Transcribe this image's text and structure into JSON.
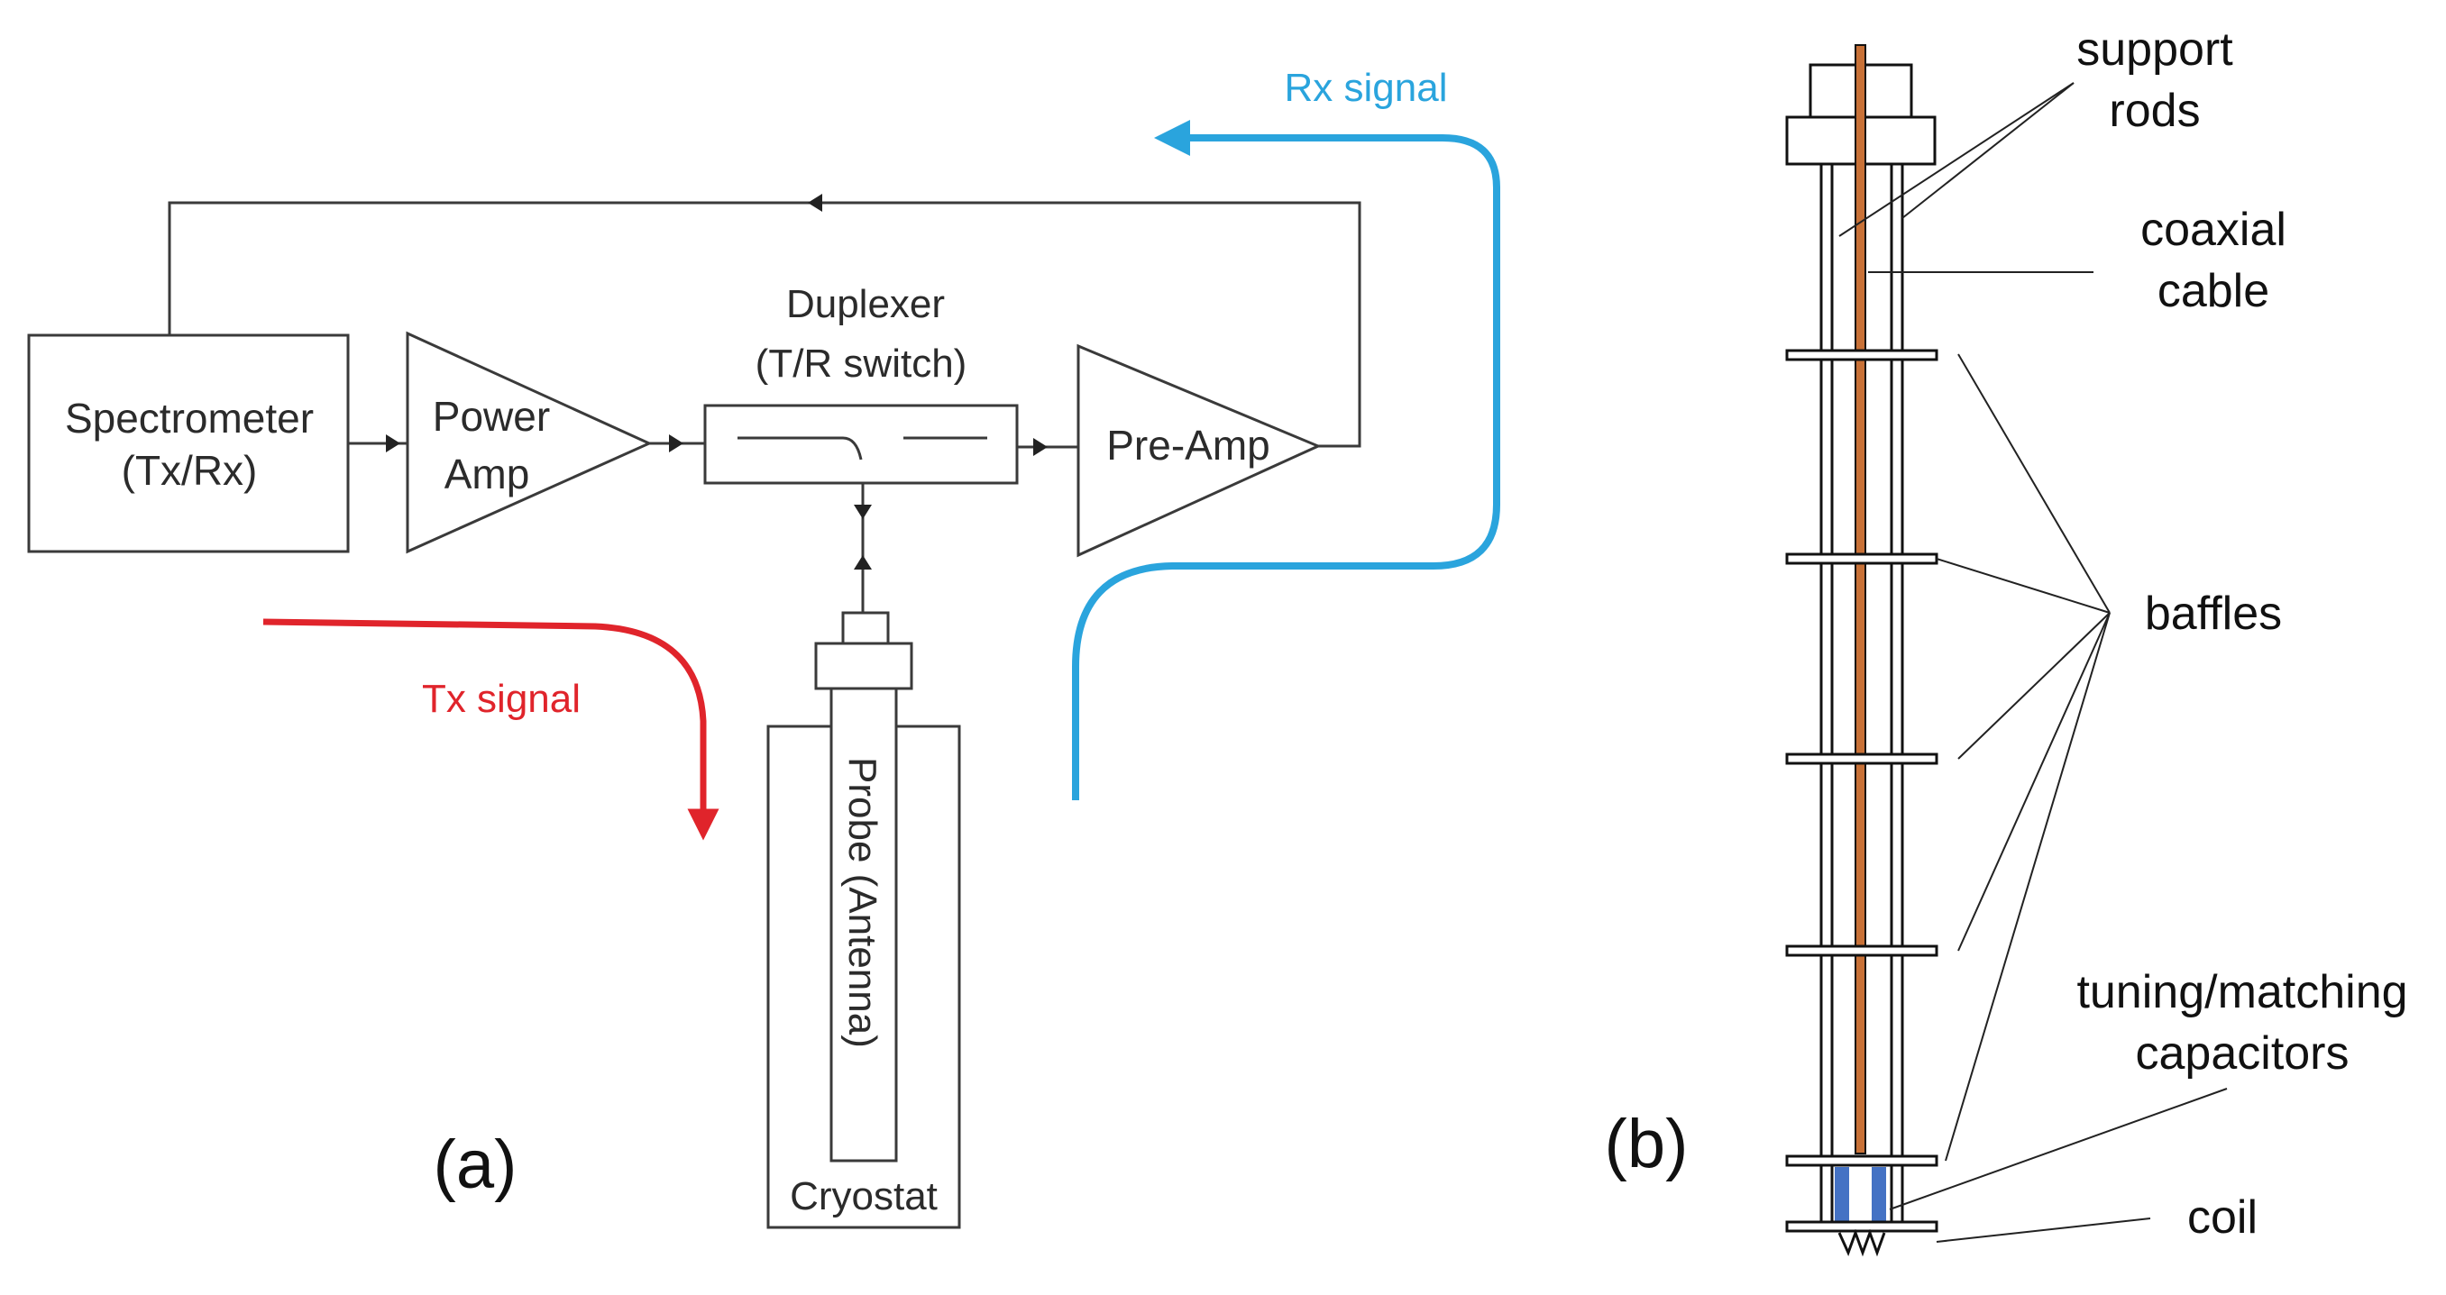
{
  "panel_a": {
    "label": "(a)",
    "spectrometer": {
      "line1": "Spectrometer",
      "line2": "(Tx/Rx)"
    },
    "power_amp": {
      "line1": "Power",
      "line2": "Amp"
    },
    "duplexer": {
      "line1": "Duplexer",
      "line2": "(T/R switch)"
    },
    "pre_amp": "Pre-Amp",
    "probe": "Probe (Antenna)",
    "cryostat": "Cryostat",
    "tx_signal": {
      "label": "Tx signal",
      "color": "#e0242b"
    },
    "rx_signal": {
      "label": "Rx signal",
      "color": "#2aa4dd"
    }
  },
  "panel_b": {
    "label": "(b)",
    "support_rods": {
      "line1": "support",
      "line2": "rods"
    },
    "coaxial_cable": {
      "line1": "coaxial",
      "line2": "cable",
      "color": "#c87137"
    },
    "baffles": "baffles",
    "capacitors": {
      "line1": "tuning/matching",
      "line2": "capacitors",
      "color": "#4472c4"
    },
    "coil": "coil"
  }
}
